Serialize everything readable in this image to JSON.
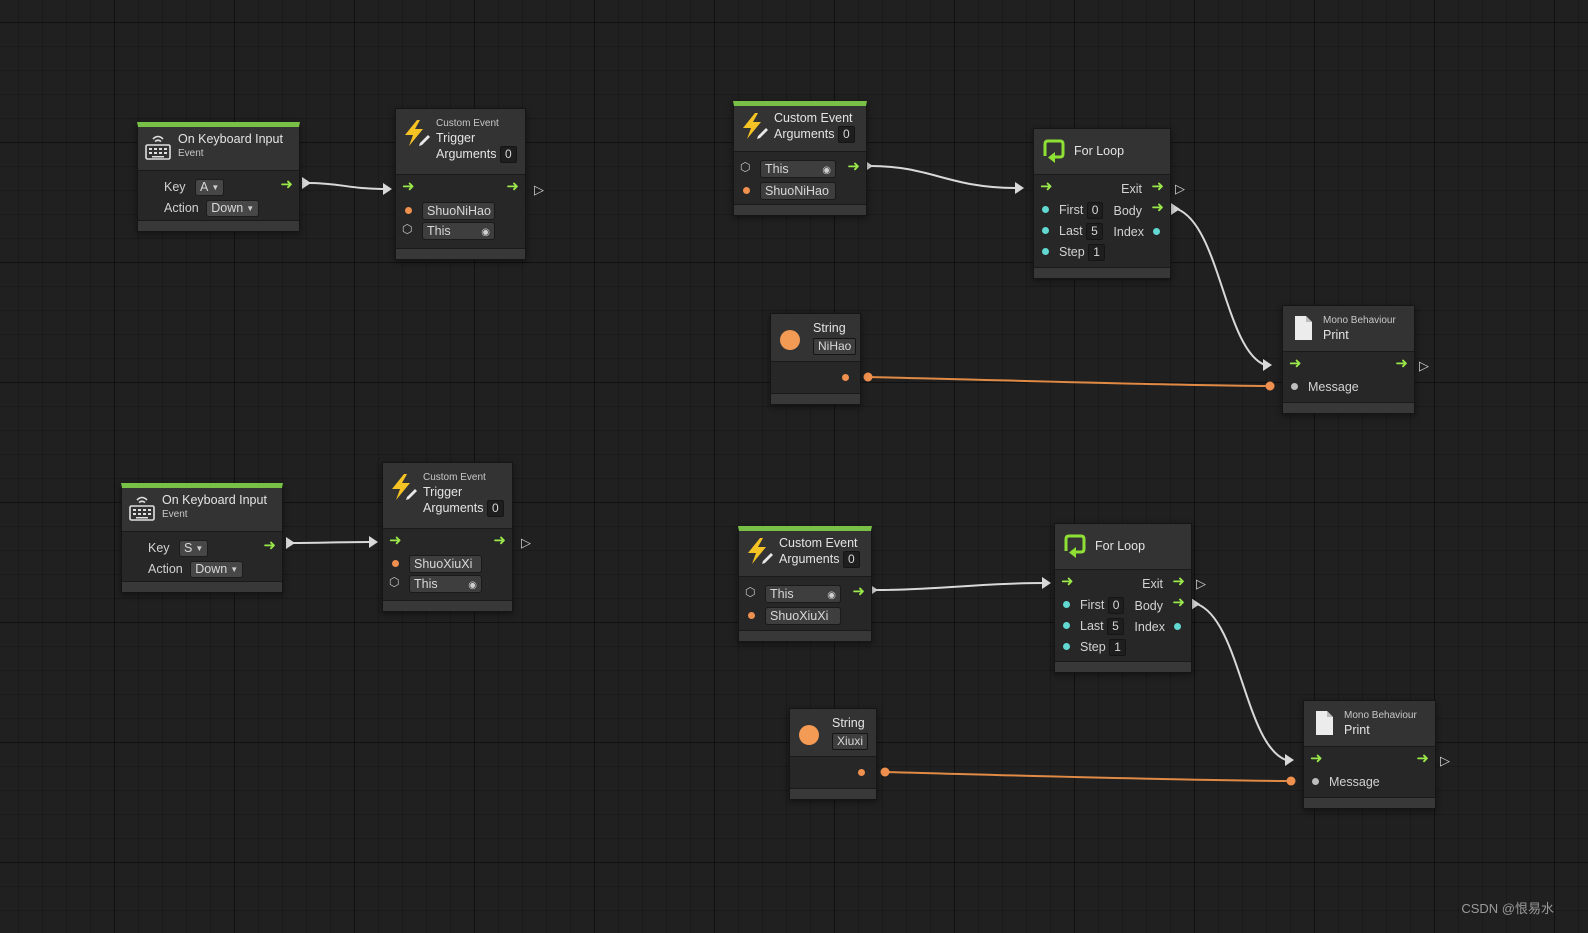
{
  "graph1": {
    "keyboard": {
      "title": "On Keyboard Input",
      "subtitle": "Event",
      "key_label": "Key",
      "key_value": "A",
      "action_label": "Action",
      "action_value": "Down"
    },
    "trigger": {
      "subtitle": "Custom Event",
      "title": "Trigger",
      "args_label": "Arguments",
      "args_count": "0",
      "name_value": "ShuoNiHao",
      "target_value": "This"
    },
    "event": {
      "title": "Custom Event",
      "args_label": "Arguments",
      "args_count": "0",
      "target_value": "This",
      "name_value": "ShuoNiHao"
    },
    "loop": {
      "title": "For Loop",
      "exit_label": "Exit",
      "first_label": "First",
      "first_value": "0",
      "body_label": "Body",
      "last_label": "Last",
      "last_value": "5",
      "index_label": "Index",
      "step_label": "Step",
      "step_value": "1"
    },
    "string": {
      "title": "String",
      "value": "NiHao"
    },
    "print": {
      "subtitle": "Mono Behaviour",
      "title": "Print",
      "message_label": "Message"
    }
  },
  "graph2": {
    "keyboard": {
      "title": "On Keyboard Input",
      "subtitle": "Event",
      "key_label": "Key",
      "key_value": "S",
      "action_label": "Action",
      "action_value": "Down"
    },
    "trigger": {
      "subtitle": "Custom Event",
      "title": "Trigger",
      "args_label": "Arguments",
      "args_count": "0",
      "name_value": "ShuoXiuXi",
      "target_value": "This"
    },
    "event": {
      "title": "Custom Event",
      "args_label": "Arguments",
      "args_count": "0",
      "target_value": "This",
      "name_value": "ShuoXiuXi"
    },
    "loop": {
      "title": "For Loop",
      "exit_label": "Exit",
      "first_label": "First",
      "first_value": "0",
      "body_label": "Body",
      "last_label": "Last",
      "last_value": "5",
      "index_label": "Index",
      "step_label": "Step",
      "step_value": "1"
    },
    "string": {
      "title": "String",
      "value": "Xiuxi"
    },
    "print": {
      "subtitle": "Mono Behaviour",
      "title": "Print",
      "message_label": "Message"
    }
  },
  "colors": {
    "background": "#202020",
    "flow": "#9be84a",
    "event_bar": "#79c146",
    "string_port": "#f0904f",
    "number_port": "#62d8d3",
    "flow_wire": "#d9d9d9",
    "string_wire": "#e08a45"
  },
  "watermark": "CSDN @恨易水"
}
